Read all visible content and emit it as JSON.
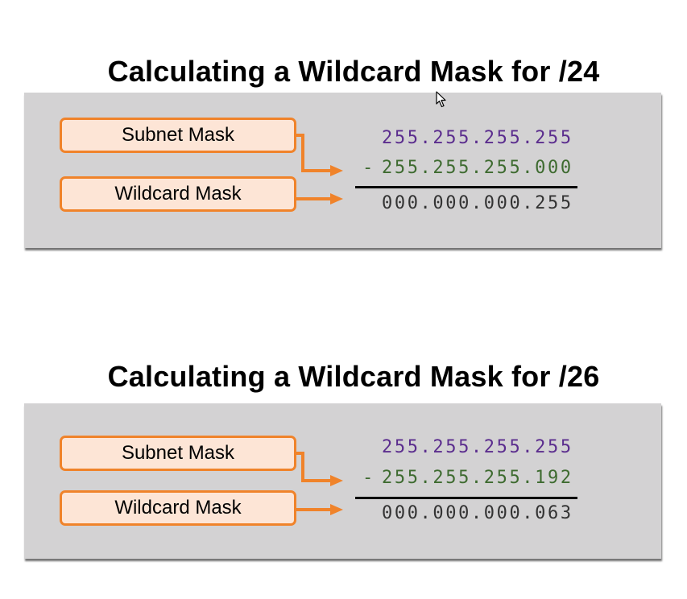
{
  "panels": [
    {
      "title": "Calculating a Wildcard Mask for /24",
      "subnet_label": "Subnet Mask",
      "wildcard_label": "Wildcard Mask",
      "minuend": "255.255.255.255",
      "operator": "-",
      "subtrahend": "255.255.255.000",
      "result": "000.000.000.255"
    },
    {
      "title": "Calculating a Wildcard Mask for /26",
      "subnet_label": "Subnet Mask",
      "wildcard_label": "Wildcard Mask",
      "minuend": "255.255.255.255",
      "operator": "-",
      "subtrahend": "255.255.255.192",
      "result": "000.000.000.063"
    }
  ],
  "colors": {
    "minuend": "#5b2d8e",
    "subtrahend": "#3e6b30",
    "result": "#333333",
    "arrow": "#f0832a",
    "panel": "#d3d2d3",
    "box_fill": "#fde5d6"
  },
  "icons": {
    "cursor": "mouse-pointer-icon"
  }
}
